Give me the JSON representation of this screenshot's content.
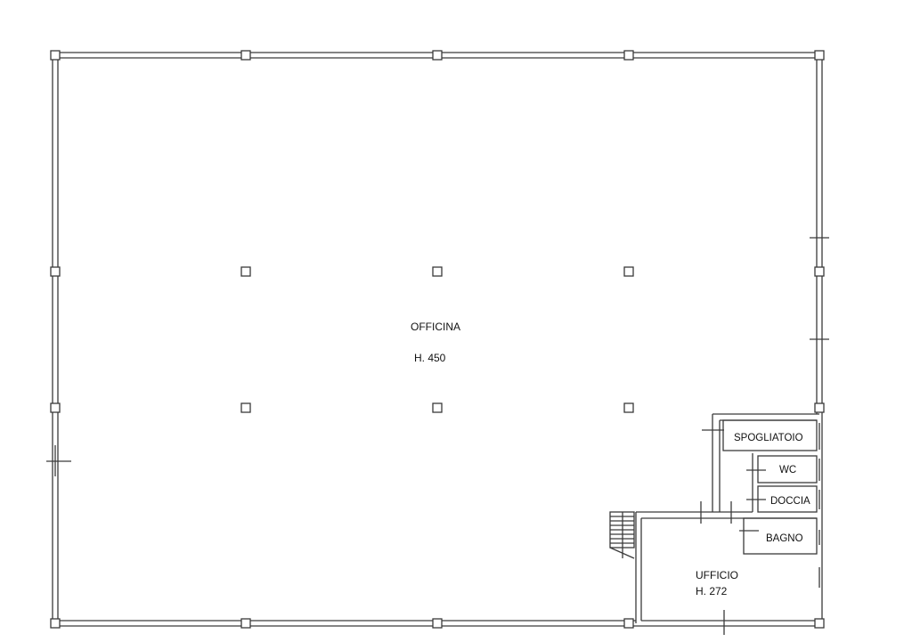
{
  "rooms": {
    "officina": {
      "name": "OFFICINA",
      "height": "H. 450"
    },
    "spogliatoio": {
      "name": "SPOGLIATOIO"
    },
    "wc": {
      "name": "WC"
    },
    "doccia": {
      "name": "DOCCIA"
    },
    "bagno": {
      "name": "BAGNO"
    },
    "ufficio": {
      "name": "UFFICIO",
      "height": "H. 272"
    }
  }
}
